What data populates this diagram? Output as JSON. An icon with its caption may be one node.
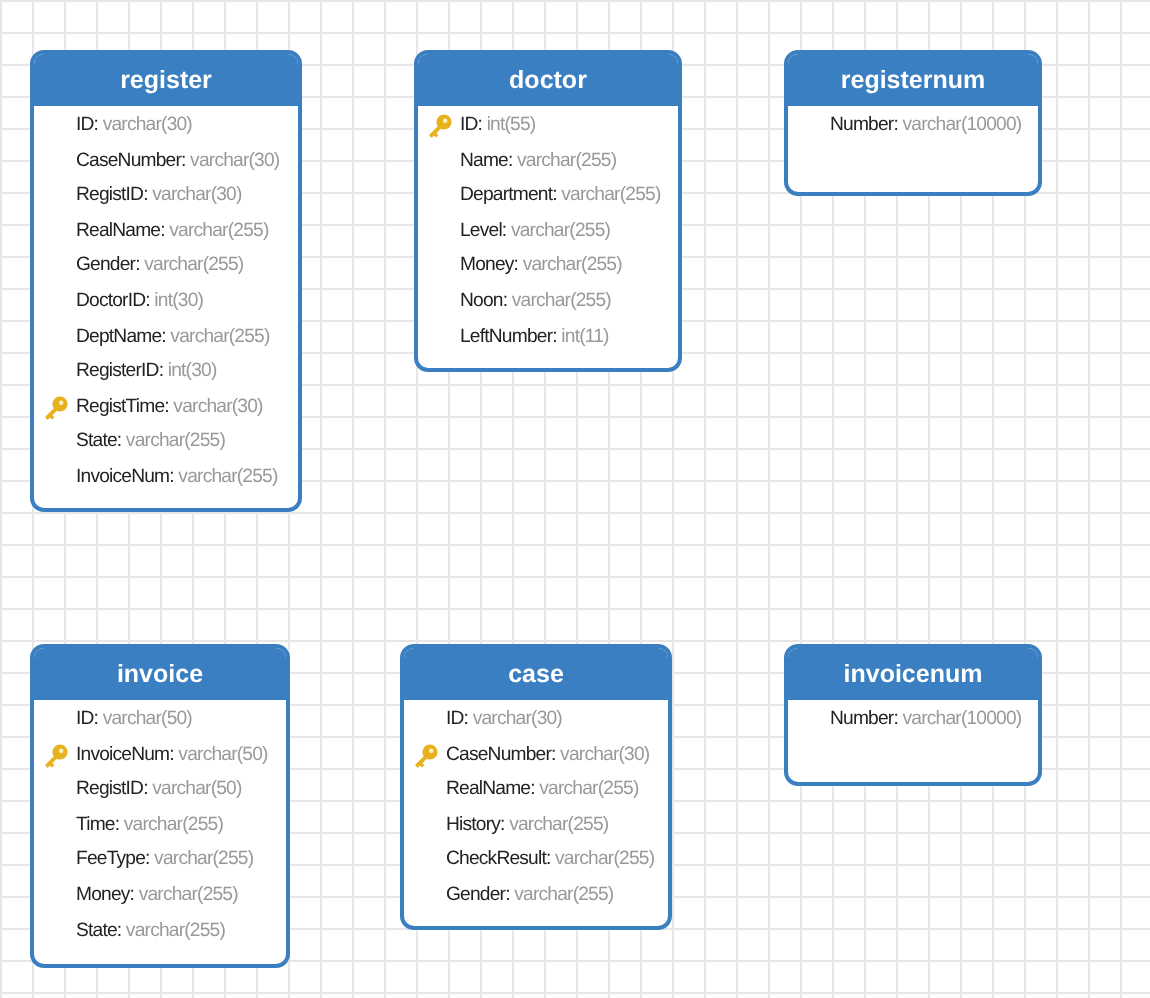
{
  "diagram": {
    "nodes": [
      {
        "text": [
          "register",
          "ID: varchar(30)",
          "CaseNumber: varchar(30)",
          "RegistID: varchar(30)",
          "RealName: varchar(255)",
          "Gender: varchar(255)",
          "DoctorID: int(30)",
          "DeptName: varchar(255)",
          "RegisterID: int(30)",
          "RegistTime: varchar(30)",
          "State: varchar(255)",
          "InvoiceNum: varchar(255)"
        ]
      },
      {
        "text": [
          "doctor",
          "ID: int(55)",
          "Name: varchar(255)",
          "Department: varchar(255)",
          "Level: varchar(255)",
          "Money: varchar(255)",
          "Noon: varchar(255)",
          "LeftNumber: int(11)"
        ]
      },
      {
        "text": [
          "registernum",
          "Number: varchar(10000)"
        ]
      },
      {
        "text": [
          "invoice",
          "ID: varchar(50)",
          "InvoiceNum: varchar(50)",
          "RegistID: varchar(50)",
          "Time: varchar(255)",
          "FeeType: varchar(255)",
          "Money: varchar(255)",
          "State: varchar(255)"
        ]
      },
      {
        "text": [
          "case",
          "ID: varchar(30)",
          "CaseNumber: varchar(30)",
          "RealName: varchar(255)",
          "History: varchar(255)",
          "CheckResult: varchar(255)",
          "Gender: varchar(255)"
        ]
      },
      {
        "text": [
          "invoicenum",
          "Number: varchar(10000)"
        ]
      }
    ]
  }
}
